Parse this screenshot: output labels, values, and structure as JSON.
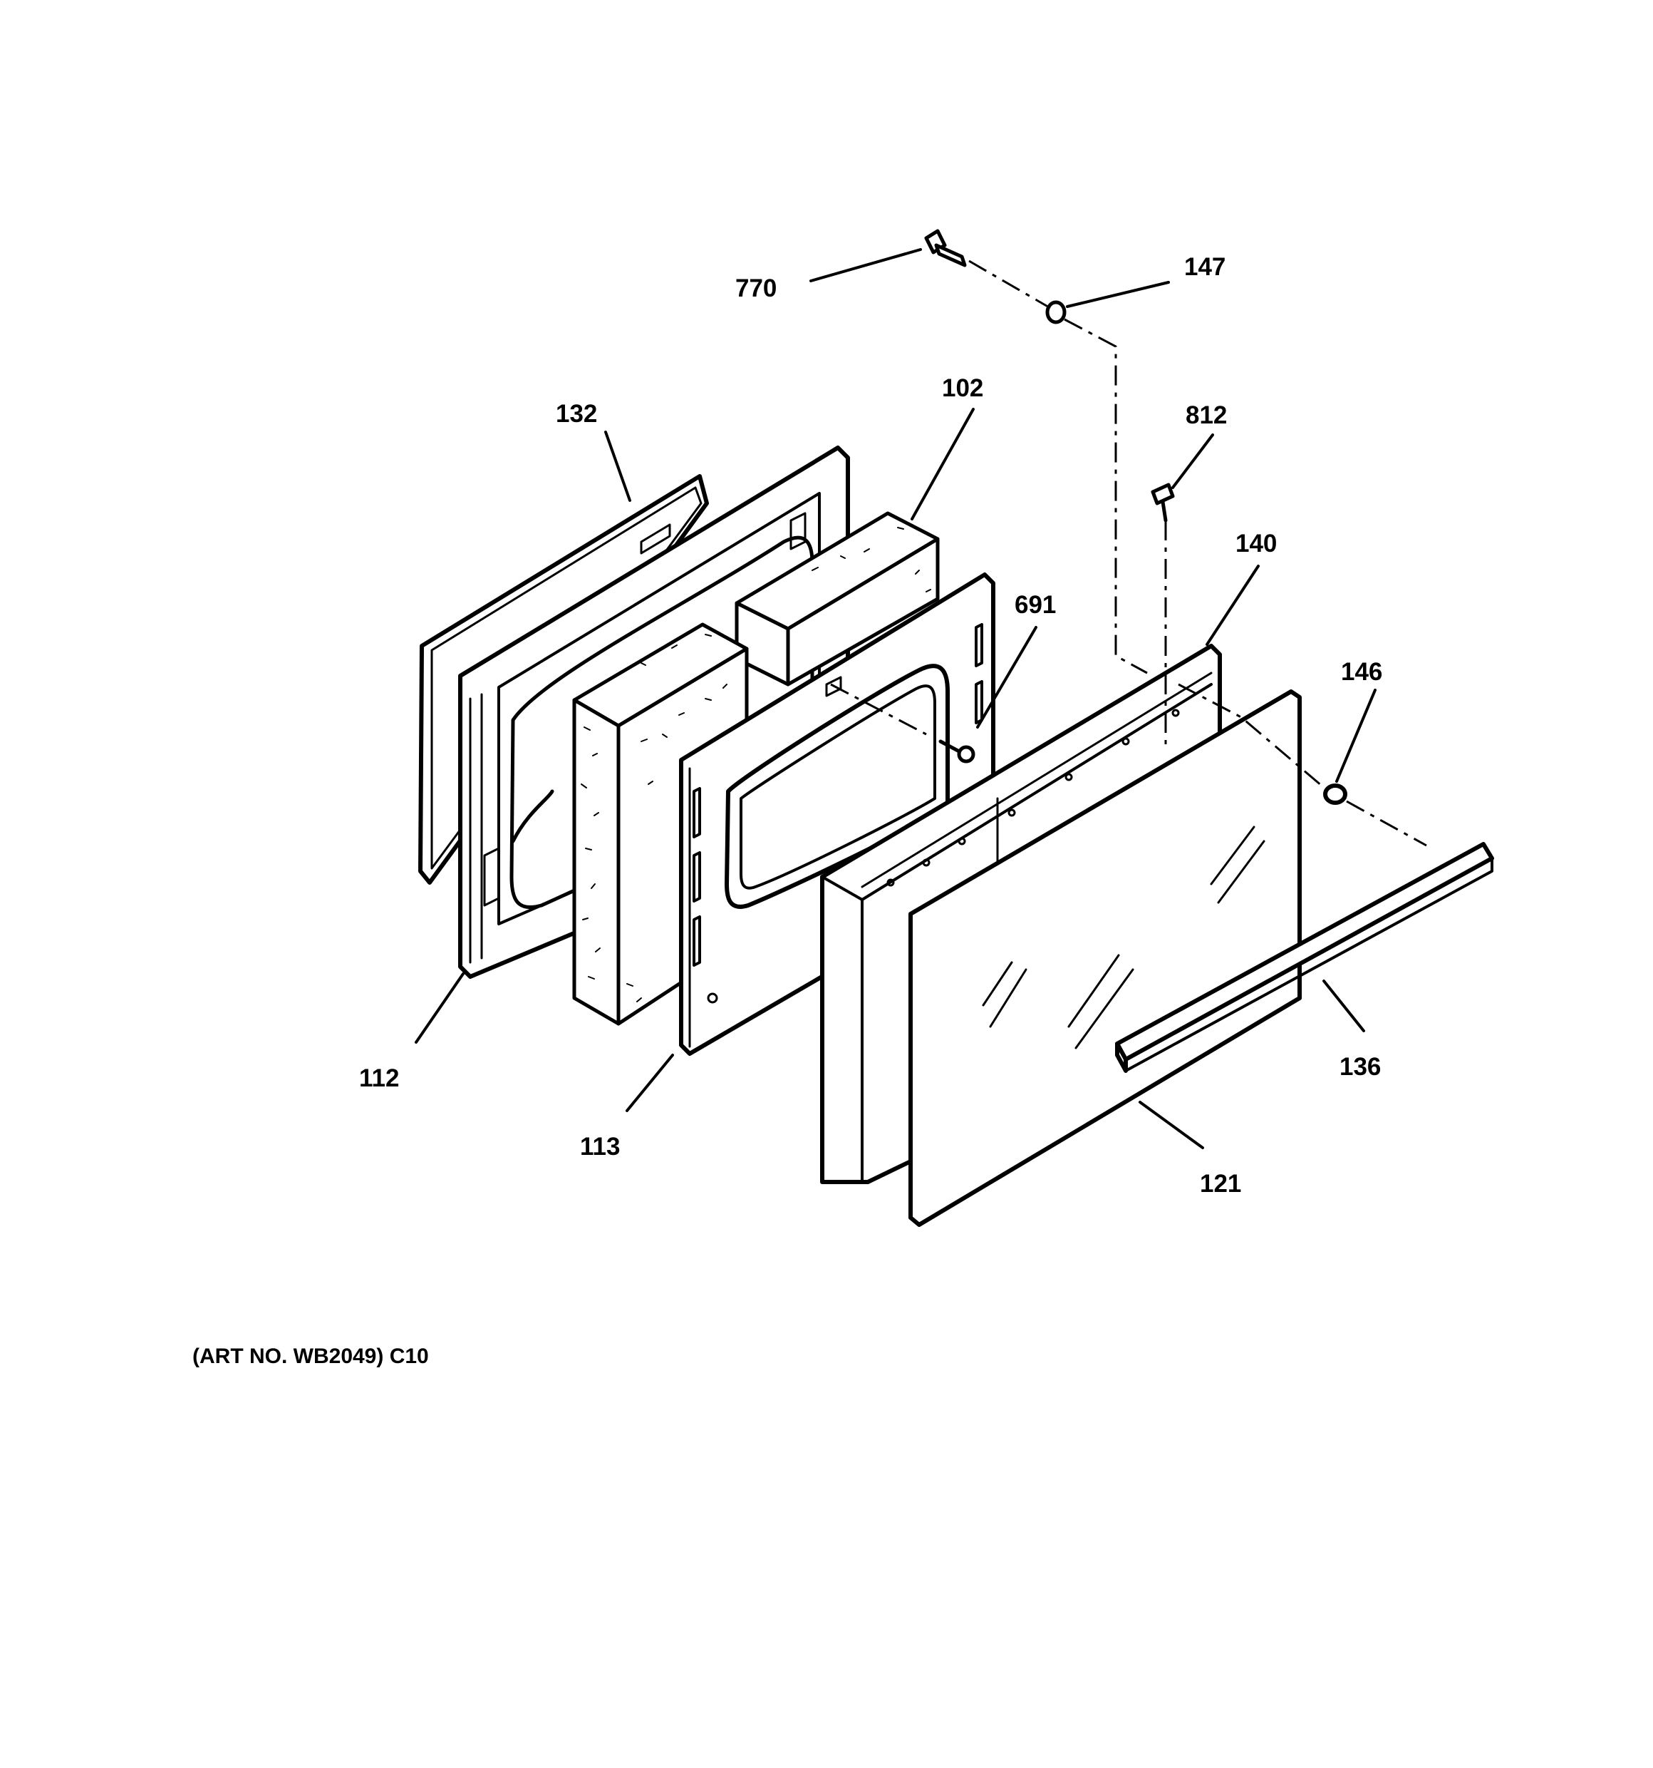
{
  "diagram": {
    "caption": "(ART NO. WB2049) C10",
    "parts": [
      {
        "id": "p770",
        "label": "770"
      },
      {
        "id": "p147",
        "label": "147"
      },
      {
        "id": "p132",
        "label": "132"
      },
      {
        "id": "p102",
        "label": "102"
      },
      {
        "id": "p812",
        "label": "812"
      },
      {
        "id": "p140",
        "label": "140"
      },
      {
        "id": "p691",
        "label": "691"
      },
      {
        "id": "p146",
        "label": "146"
      },
      {
        "id": "p112",
        "label": "112"
      },
      {
        "id": "p113",
        "label": "113"
      },
      {
        "id": "p136",
        "label": "136"
      },
      {
        "id": "p121",
        "label": "121"
      }
    ]
  }
}
